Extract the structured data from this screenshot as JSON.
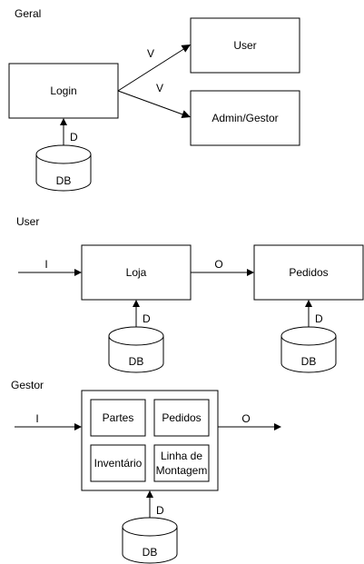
{
  "sections": {
    "geral": {
      "title": "Geral",
      "login": "Login",
      "user": "User",
      "admin": "Admin/Gestor",
      "edge_user": "V",
      "edge_admin": "V",
      "edge_db": "D",
      "db": "DB"
    },
    "user": {
      "title": "User",
      "loja": "Loja",
      "pedidos": "Pedidos",
      "edge_in": "I",
      "edge_out": "O",
      "edge_db_loja": "D",
      "edge_db_pedidos": "D",
      "db_loja": "DB",
      "db_pedidos": "DB"
    },
    "gestor": {
      "title": "Gestor",
      "partes": "Partes",
      "pedidos": "Pedidos",
      "inventario": "Inventário",
      "linha_line1": "Linha de",
      "linha_line2": "Montagem",
      "edge_in": "I",
      "edge_out": "O",
      "edge_db": "D",
      "db": "DB"
    }
  }
}
